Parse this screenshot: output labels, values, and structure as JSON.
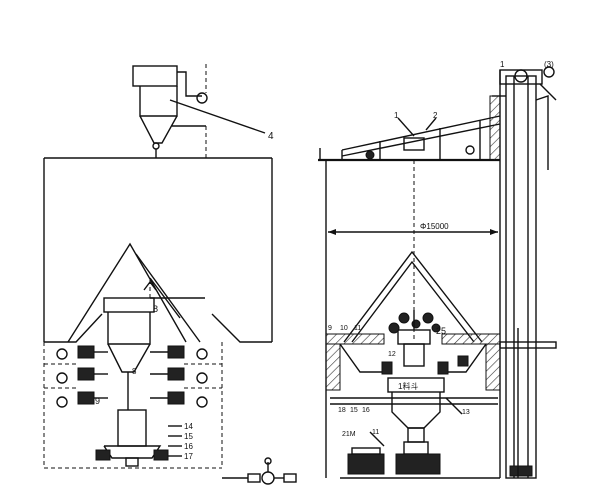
{
  "left_labels": {
    "label_4": "4",
    "label_8": "8",
    "label_9": "9",
    "label_14": "14",
    "label_15": "15",
    "label_16": "16",
    "label_17": "17"
  },
  "right_labels": {
    "label_1": "1",
    "label_2": "2",
    "label_diameter": "Φ15000",
    "label_9": "9",
    "label_10": "10",
    "label_11": "11",
    "label_25": "25",
    "label_12": "12",
    "label_13": "13",
    "label_18": "18",
    "label_15": "15",
    "label_16": "16",
    "label_21m": "21M",
    "label_11b": "11",
    "label_hopper": "1料斗",
    "label_ch": "(3)"
  }
}
